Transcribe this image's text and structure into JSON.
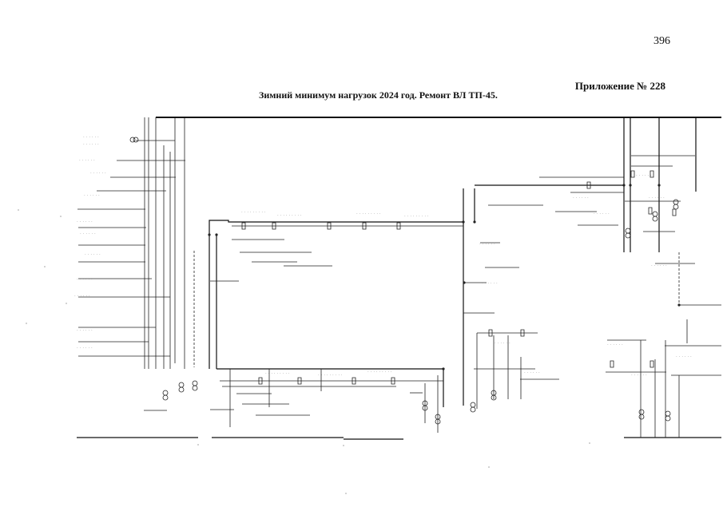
{
  "header": {
    "page_number": "396",
    "appendix": "Приложение № 228",
    "title": "Зимний минимум нагрузок 2024 год. Ремонт ВЛ ТП-45."
  }
}
